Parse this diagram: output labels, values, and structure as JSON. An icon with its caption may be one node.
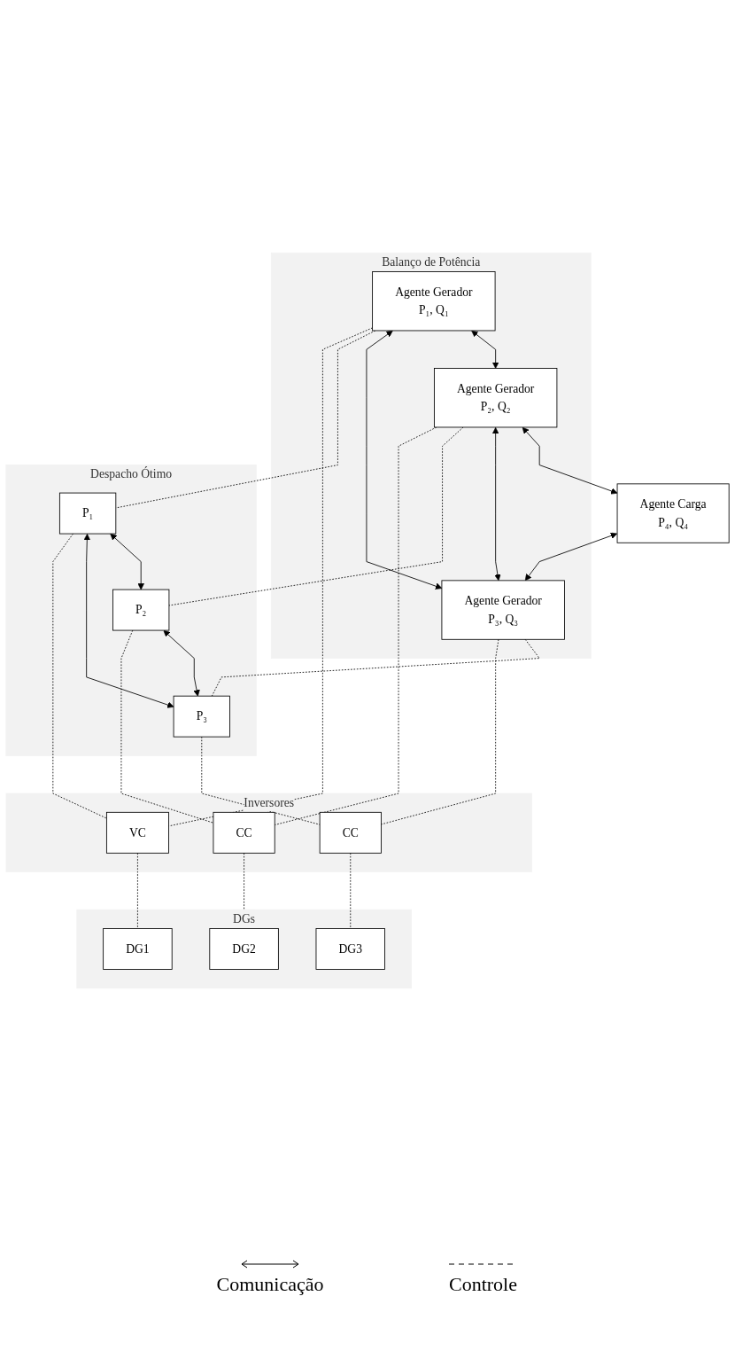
{
  "diagram": {
    "nodes": [
      {
        "text": [
          "Balanço de Potência"
        ]
      },
      {
        "text": [
          "Agente Gerador",
          "P₂, Q₂"
        ],
        "in": 0
      },
      {
        "text": [
          "Agente Carga",
          "P₄, Q₄"
        ]
      },
      {
        "text": [
          "Agente Gerador",
          "P₁, Q₁"
        ],
        "in": 0
      },
      {
        "text": [
          "Agente Gerador",
          "P₃, Q₃"
        ],
        "in": 0
      },
      {
        "text": [
          "Despacho Ótimo"
        ]
      },
      {
        "text": [
          "P₂"
        ],
        "in": 5
      },
      {
        "text": [
          "P₁"
        ],
        "in": 5
      },
      {
        "text": [
          "P₃"
        ],
        "in": 5
      },
      {
        "text": [
          "Inversores"
        ]
      },
      {
        "text": [
          "CC"
        ],
        "in": 9
      },
      {
        "text": [
          "VC"
        ],
        "in": 9
      },
      {
        "text": [
          "CC"
        ],
        "in": 9
      },
      {
        "text": [
          "DGs"
        ]
      },
      {
        "text": [
          "DG2"
        ],
        "in": 13
      },
      {
        "text": [
          "DG1"
        ],
        "in": 13
      },
      {
        "text": [
          "DG3"
        ],
        "in": 13
      }
    ],
    "edges": [
      {
        "from": 1,
        "to": 2,
        "arrow": "both"
      },
      {
        "from": 3,
        "to": 1,
        "arrow": "both"
      },
      {
        "from": 1,
        "to": 4,
        "arrow": "both"
      },
      {
        "from": 2,
        "to": 4,
        "arrow": "both"
      },
      {
        "from": 3,
        "to": 4,
        "arrow": "both"
      },
      {
        "from": 7,
        "to": 6,
        "arrow": "both"
      },
      {
        "from": 6,
        "to": 8,
        "arrow": "both"
      },
      {
        "from": 7,
        "to": 8,
        "arrow": "both"
      },
      {
        "from": 3,
        "to": 7,
        "arrow": "none",
        "style": "dashed"
      },
      {
        "from": 3,
        "to": 11,
        "arrow": "none",
        "style": "dashed"
      },
      {
        "from": 7,
        "to": 11,
        "arrow": "none",
        "style": "dashed"
      },
      {
        "from": 1,
        "to": 6,
        "arrow": "none",
        "style": "dashed"
      },
      {
        "from": 1,
        "to": 10,
        "arrow": "none",
        "style": "dashed"
      },
      {
        "from": 6,
        "to": 10,
        "arrow": "none",
        "style": "dashed"
      },
      {
        "from": 4,
        "to": 8,
        "arrow": "none",
        "style": "dashed"
      },
      {
        "from": 4,
        "to": 12,
        "arrow": "none",
        "style": "dashed"
      },
      {
        "from": 8,
        "to": 12,
        "arrow": "none",
        "style": "dashed"
      },
      {
        "from": 11,
        "to": 15,
        "arrow": "none",
        "style": "dashed"
      },
      {
        "from": 10,
        "to": 14,
        "arrow": "none",
        "style": "dashed"
      },
      {
        "from": 12,
        "to": 16,
        "arrow": "none",
        "style": "dashed"
      }
    ],
    "legend": [
      {
        "text": "Comunicação"
      },
      {
        "text": "Controle"
      }
    ]
  }
}
